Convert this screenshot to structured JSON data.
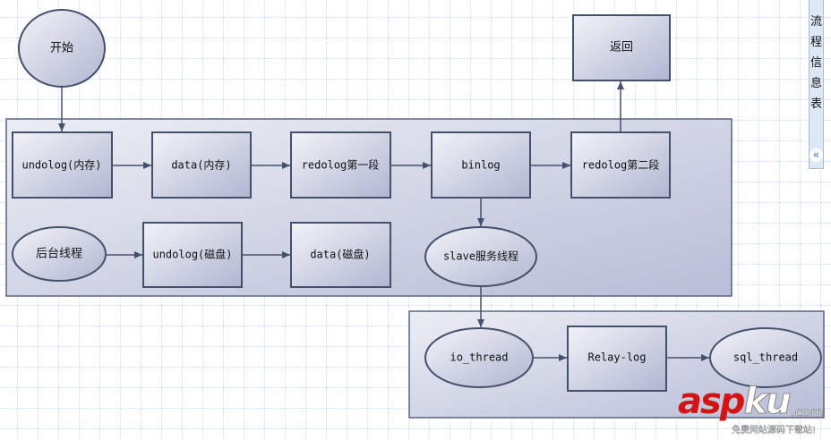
{
  "nodes": {
    "start": "开始",
    "back": "返回",
    "undolog_mem": "undolog(内存)",
    "data_mem": "data(内存)",
    "redolog1": "redolog第一段",
    "binlog": "binlog",
    "redolog2": "redolog第二段",
    "bg_thread": "后台线程",
    "undolog_disk": "undolog(磁盘)",
    "data_disk": "data(磁盘)",
    "slave": "slave服务线程",
    "io_thread": "io_thread",
    "relay_log": "Relay-log",
    "sql_thread": "sql_thread"
  },
  "sidebar": {
    "title": "流程信息表",
    "collapse_icon": "double-chevron-left-icon"
  },
  "watermark": {
    "brand": "aspku",
    "tld": ".com",
    "slogan": "免费网站源码下载站!"
  },
  "colors": {
    "node_fill_start": "#eef0f7",
    "node_fill_end": "#b3b8d3",
    "stroke": "#45506b",
    "grid": "#bcd6f5"
  }
}
